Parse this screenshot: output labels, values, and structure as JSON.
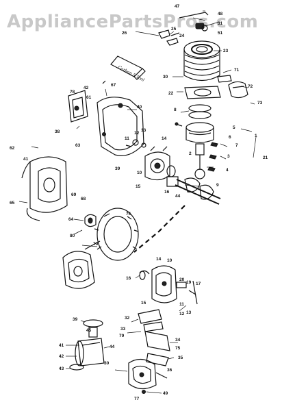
{
  "watermark": "AppliancePartsPros.com",
  "box_label": "Carbon 5 Tool",
  "callouts": [
    {
      "id": "c47",
      "text": "47"
    },
    {
      "id": "c48",
      "text": "48"
    },
    {
      "id": "c51",
      "text": "51"
    },
    {
      "id": "c26",
      "text": "26"
    },
    {
      "id": "c25",
      "text": "25"
    },
    {
      "id": "c24",
      "text": "24"
    },
    {
      "id": "c23",
      "text": "23"
    },
    {
      "id": "c31",
      "text": "31"
    },
    {
      "id": "c71",
      "text": "71"
    },
    {
      "id": "c72",
      "text": "72"
    },
    {
      "id": "c73",
      "text": "73"
    },
    {
      "id": "c30",
      "text": "30"
    },
    {
      "id": "c22",
      "text": "22"
    },
    {
      "id": "c8",
      "text": "8"
    },
    {
      "id": "c5",
      "text": "5"
    },
    {
      "id": "c6",
      "text": "6"
    },
    {
      "id": "c7",
      "text": "7"
    },
    {
      "id": "c1",
      "text": "1"
    },
    {
      "id": "c2",
      "text": "2"
    },
    {
      "id": "c3",
      "text": "3"
    },
    {
      "id": "c4",
      "text": "4"
    },
    {
      "id": "c9",
      "text": "9"
    },
    {
      "id": "c16",
      "text": "16"
    },
    {
      "id": "c44",
      "text": "44"
    },
    {
      "id": "c15",
      "text": "15"
    },
    {
      "id": "c10",
      "text": "10"
    },
    {
      "id": "c14",
      "text": "14"
    },
    {
      "id": "c11",
      "text": "11"
    },
    {
      "id": "c12",
      "text": "12"
    },
    {
      "id": "c13",
      "text": "13"
    },
    {
      "id": "c39",
      "text": "39"
    },
    {
      "id": "c78",
      "text": "78"
    },
    {
      "id": "c42",
      "text": "42"
    },
    {
      "id": "c61",
      "text": "61"
    },
    {
      "id": "c67",
      "text": "67"
    },
    {
      "id": "c40",
      "text": "40"
    },
    {
      "id": "c38",
      "text": "38"
    },
    {
      "id": "c63",
      "text": "63"
    },
    {
      "id": "c62",
      "text": "62"
    },
    {
      "id": "c41",
      "text": "41"
    },
    {
      "id": "c69",
      "text": "69"
    },
    {
      "id": "c68",
      "text": "68"
    },
    {
      "id": "c64",
      "text": "64"
    },
    {
      "id": "c65",
      "text": "65"
    },
    {
      "id": "c76",
      "text": "76"
    },
    {
      "id": "c80",
      "text": "80"
    },
    {
      "id": "c70",
      "text": "70"
    },
    {
      "id": "c14b",
      "text": "14"
    },
    {
      "id": "c16b",
      "text": "16"
    },
    {
      "id": "c10b",
      "text": "10"
    },
    {
      "id": "c20",
      "text": "20"
    },
    {
      "id": "c19",
      "text": "19"
    },
    {
      "id": "c17",
      "text": "17"
    },
    {
      "id": "c15b",
      "text": "15"
    },
    {
      "id": "c11b",
      "text": "11"
    },
    {
      "id": "c12b",
      "text": "12"
    },
    {
      "id": "c13b",
      "text": "13"
    },
    {
      "id": "c32",
      "text": "32"
    },
    {
      "id": "c33",
      "text": "33"
    },
    {
      "id": "c79",
      "text": "79"
    },
    {
      "id": "c34",
      "text": "34"
    },
    {
      "id": "c75",
      "text": "75"
    },
    {
      "id": "c35",
      "text": "35"
    },
    {
      "id": "c36",
      "text": "36"
    },
    {
      "id": "c77",
      "text": "77"
    },
    {
      "id": "c49",
      "text": "49"
    },
    {
      "id": "c30b",
      "text": "30"
    },
    {
      "id": "c39b",
      "text": "39"
    },
    {
      "id": "c45",
      "text": "45"
    },
    {
      "id": "c44b",
      "text": "44"
    },
    {
      "id": "c41b",
      "text": "41"
    },
    {
      "id": "c42b",
      "text": "42"
    },
    {
      "id": "c43",
      "text": "43"
    },
    {
      "id": "c21",
      "text": "21"
    }
  ]
}
